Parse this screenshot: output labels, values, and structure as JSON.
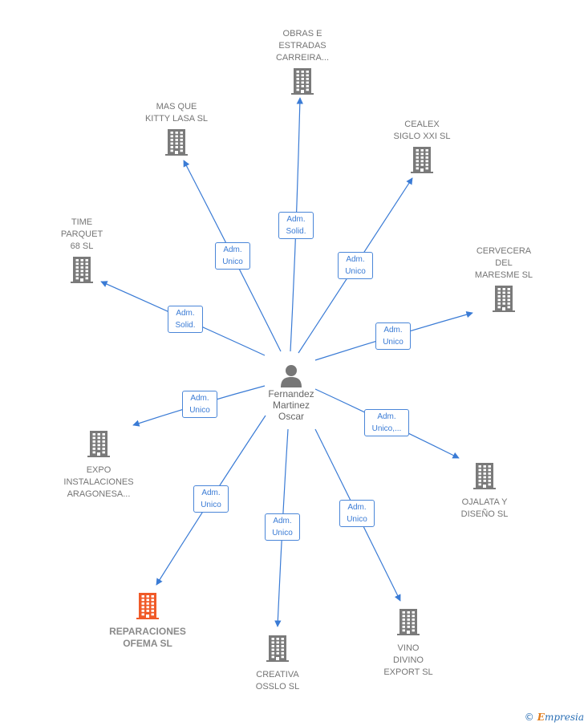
{
  "center": {
    "name": "Fernandez\nMartinez\nOscar"
  },
  "nodes": [
    {
      "id": "obras",
      "label": "OBRAS E\nESTRADAS\nCARREIRA...",
      "highlight": false
    },
    {
      "id": "masque",
      "label": "MAS QUE\nKITTY LASA SL",
      "highlight": false
    },
    {
      "id": "cealex",
      "label": "CEALEX\nSIGLO XXI SL",
      "highlight": false
    },
    {
      "id": "time",
      "label": "TIME\nPARQUET\n68  SL",
      "highlight": false
    },
    {
      "id": "cervecera",
      "label": "CERVECERA\nDEL\nMARESME  SL",
      "highlight": false
    },
    {
      "id": "expo",
      "label": "EXPO\nINSTALACIONES\nARAGONESA...",
      "highlight": false
    },
    {
      "id": "ojalata",
      "label": "OJALATA Y\nDISEÑO  SL",
      "highlight": false
    },
    {
      "id": "reparaciones",
      "label": "REPARACIONES\nOFEMA  SL",
      "highlight": true
    },
    {
      "id": "creativa",
      "label": "CREATIVA\nOSSLO  SL",
      "highlight": false
    },
    {
      "id": "vino",
      "label": "VINO\nDIVINO\nEXPORT SL",
      "highlight": false
    }
  ],
  "edges": [
    {
      "to": "obras",
      "label": "Adm.\nSolid."
    },
    {
      "to": "masque",
      "label": "Adm.\nUnico"
    },
    {
      "to": "cealex",
      "label": "Adm.\nUnico"
    },
    {
      "to": "time",
      "label": "Adm.\nSolid."
    },
    {
      "to": "cervecera",
      "label": "Adm.\nUnico"
    },
    {
      "to": "expo",
      "label": "Adm.\nUnico"
    },
    {
      "to": "ojalata",
      "label": "Adm.\nUnico,..."
    },
    {
      "to": "reparaciones",
      "label": "Adm.\nUnico"
    },
    {
      "to": "creativa",
      "label": "Adm.\nUnico"
    },
    {
      "to": "vino",
      "label": "Adm.\nUnico"
    }
  ],
  "colors": {
    "edge": "#3a7bd5",
    "building": "#7a7a7a",
    "building_highlight": "#f05a28",
    "person": "#777777"
  },
  "footer": {
    "copyright": "©",
    "brand_initial": "E",
    "brand_rest": "mpresia"
  }
}
